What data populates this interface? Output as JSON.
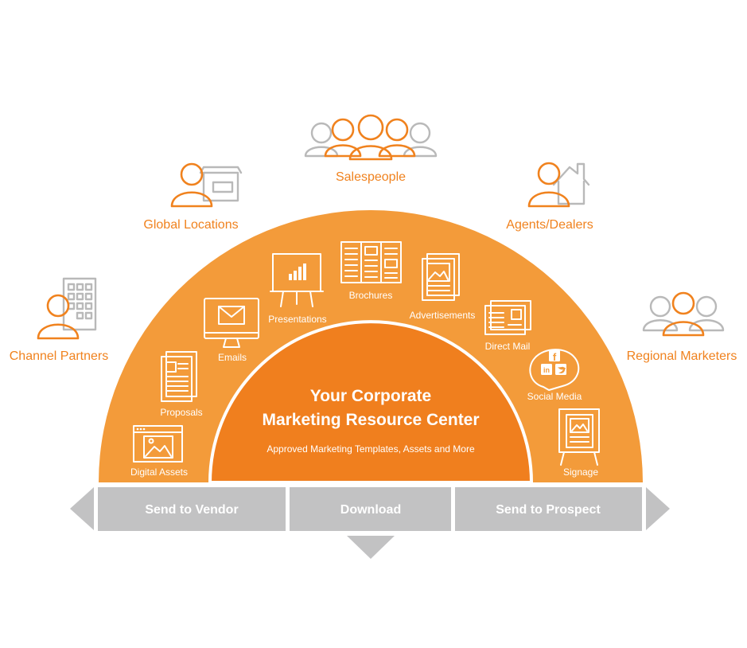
{
  "center": {
    "title_line1": "Your Corporate",
    "title_line2": "Marketing Resource Center",
    "subtitle": "Approved Marketing Templates, Assets and More"
  },
  "audiences": {
    "salespeople": "Salespeople",
    "global_locations": "Global Locations",
    "agents_dealers": "Agents/Dealers",
    "channel_partners": "Channel Partners",
    "regional_marketers": "Regional Marketers"
  },
  "resources": {
    "digital_assets": "Digital Assets",
    "proposals": "Proposals",
    "emails": "Emails",
    "presentations": "Presentations",
    "brochures": "Brochures",
    "advertisements": "Advertisements",
    "direct_mail": "Direct Mail",
    "social_media": "Social Media",
    "signage": "Signage"
  },
  "actions": {
    "send_to_vendor": "Send to Vendor",
    "download": "Download",
    "send_to_prospect": "Send to Prospect"
  },
  "social_glyphs": {
    "facebook": "f",
    "linkedin": "in"
  },
  "colors": {
    "outer_orange": "#f39b3a",
    "inner_orange": "#f07f1e",
    "accent_orange": "#f0821e",
    "bar_gray": "#c2c2c3",
    "icon_gray": "#b9b9b9"
  }
}
